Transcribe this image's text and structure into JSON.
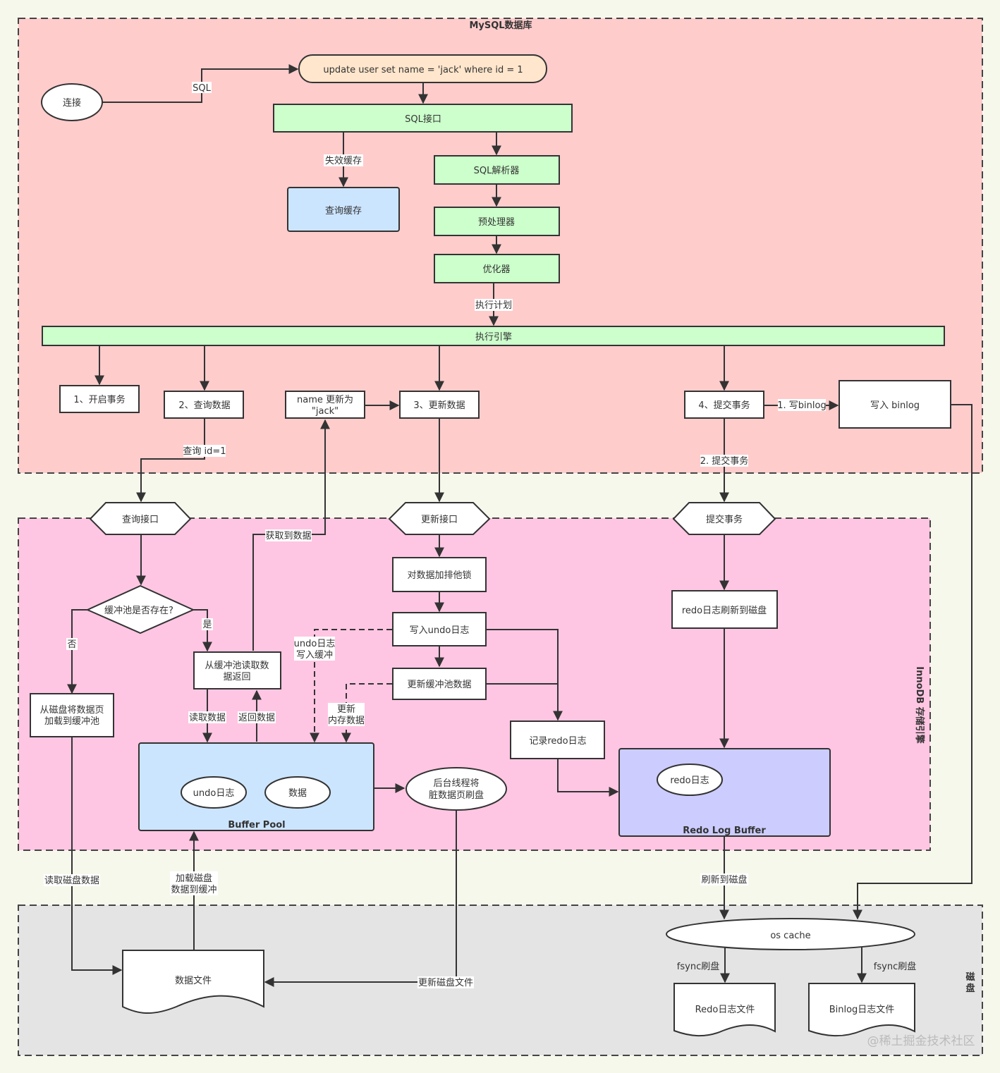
{
  "colors": {
    "background": "#f7f8ec",
    "mysql_zone": "#ffcccc",
    "innodb_zone": "#ffc6e3",
    "disk_zone": "#e4e4e4",
    "green_box": "#ccffcc",
    "sql_statement": "#ffe6cc",
    "query_cache": "#cce5ff",
    "buffer_pool": "#cce5ff",
    "redo_log_buffer": "#ccccff",
    "white": "#ffffff",
    "stroke": "#333333"
  },
  "zones": {
    "mysql": "MySQL数据库",
    "innodb": "InnoDB 存储引擎",
    "disk": "磁盘"
  },
  "nodes": {
    "connect": "连接",
    "sql_statement": "update user set name = 'jack' where id = 1",
    "sql_interface": "SQL接口",
    "query_cache": "查询缓存",
    "sql_parser": "SQL解析器",
    "preprocessor": "预处理器",
    "optimizer": "优化器",
    "executor": "执行引擎",
    "step1": "1、开启事务",
    "step2": "2、查询数据",
    "name_update": [
      "name 更新为",
      "\"jack\""
    ],
    "step3": "3、更新数据",
    "step4": "4、提交事务",
    "write_binlog": "写入 binlog",
    "query_interface": "查询接口",
    "update_interface": "更新接口",
    "commit_interface": "提交事务",
    "buffer_exists": "缓冲池是否存在?",
    "read_from_buffer": [
      "从缓冲池读取数",
      "据返回"
    ],
    "load_from_disk": [
      "从磁盘将数据页",
      "加载到缓冲池"
    ],
    "exclusive_lock": "对数据加排他锁",
    "write_undo": "写入undo日志",
    "update_buffer": "更新缓冲池数据",
    "record_redo": "记录redo日志",
    "redo_flush": "redo日志刷新到磁盘",
    "buffer_pool": "Buffer Pool",
    "undo_log": "undo日志",
    "data": "数据",
    "background_thread": [
      "后台线程将",
      "脏数据页刷盘"
    ],
    "redo_log_buffer": "Redo Log Buffer",
    "redo_log": "redo日志",
    "data_file": "数据文件",
    "os_cache": "os cache",
    "redo_file": "Redo日志文件",
    "binlog_file": "Binlog日志文件"
  },
  "edge_labels": {
    "sql": "SQL",
    "invalidate_cache": "失效缓存",
    "exec_plan": "执行计划",
    "query_id": "查询 id=1",
    "write_binlog_1": "1. 写binlog",
    "commit_2": "2. 提交事务",
    "got_data": "获取到数据",
    "no": "否",
    "yes": "是",
    "undo_to_buffer": [
      "undo日志",
      "写入缓冲"
    ],
    "update_memory": [
      "更新",
      "内存数据"
    ],
    "read_data": "读取数据",
    "return_data": "返回数据",
    "read_disk_data": "读取磁盘数据",
    "load_disk_data": [
      "加载磁盘",
      "数据到缓冲"
    ],
    "update_disk_file": "更新磁盘文件",
    "flush_to_disk": "刷新到磁盘",
    "fsync_1": "fsync刷盘",
    "fsync_2": "fsync刷盘"
  },
  "watermark": "@稀土掘金技术社区"
}
